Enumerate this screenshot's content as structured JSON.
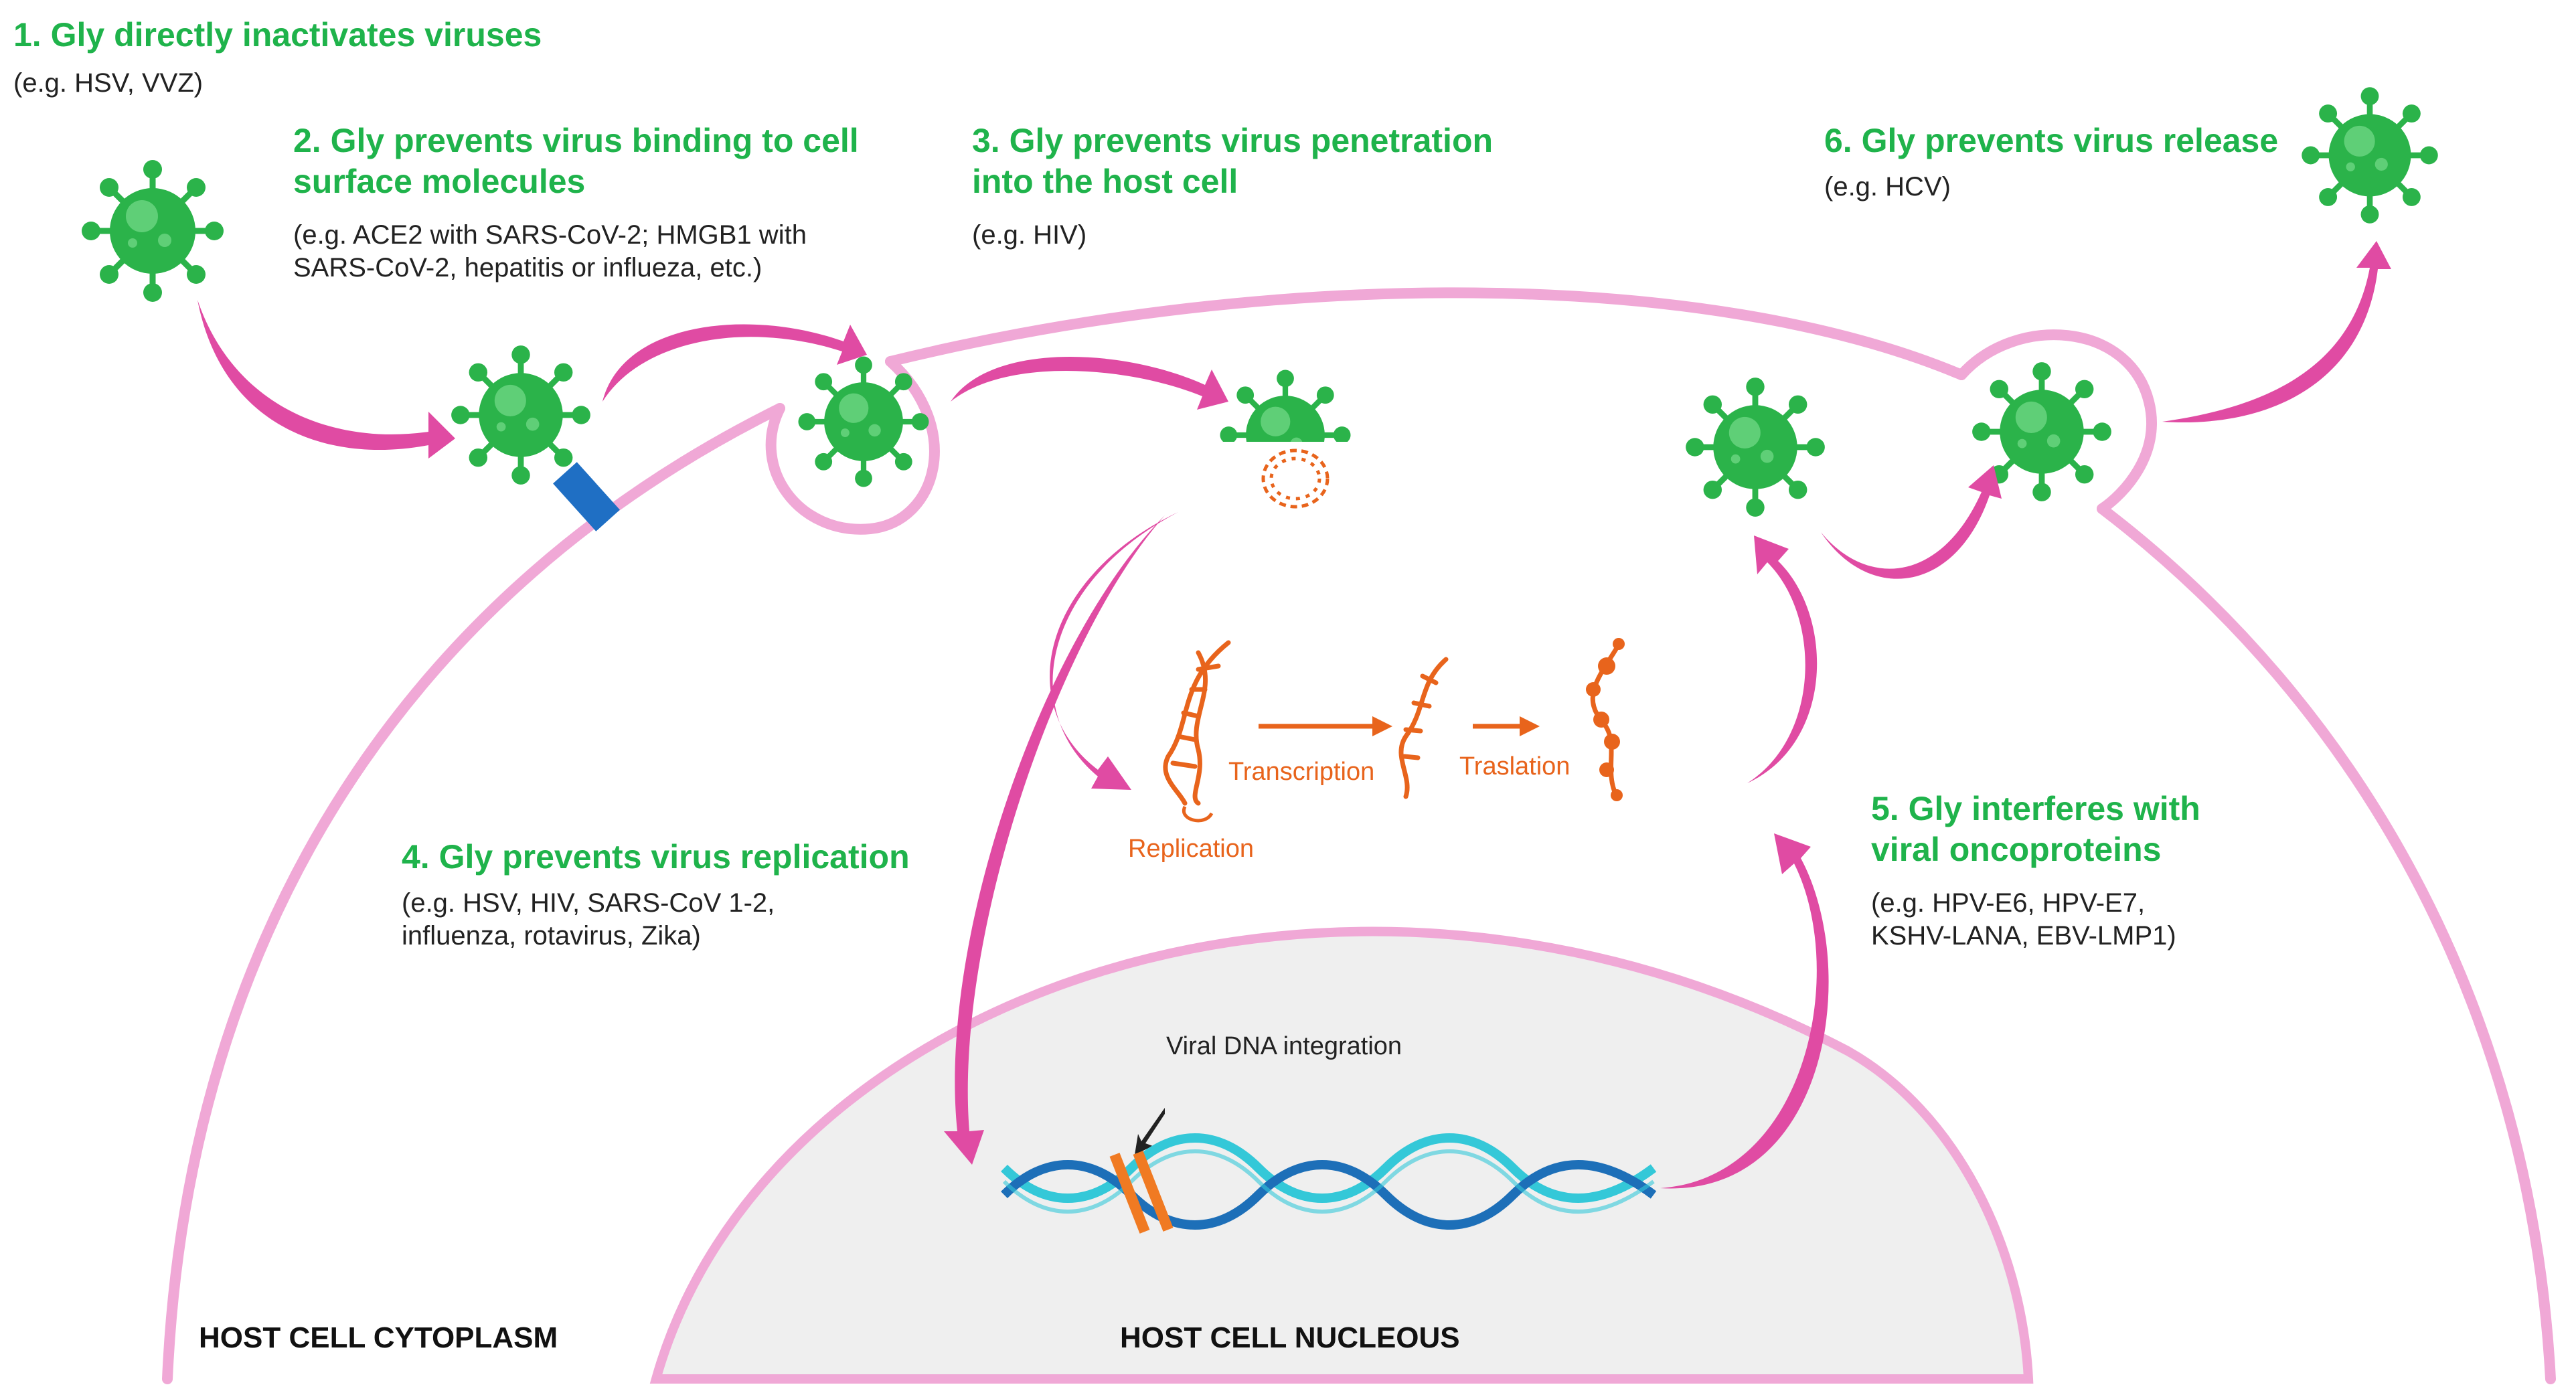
{
  "colors": {
    "membrane": "#f0a8d6",
    "arrow_fill": "#e04ba3",
    "virus": "#2bb34a",
    "title_green": "#1fb34b",
    "process_orange": "#e8641c",
    "receptor_blue": "#1f6fc4",
    "dna_light": "#34c8d8",
    "dna_dark": "#1d6fb8",
    "nucleus_fill": "#efefef"
  },
  "steps": [
    {
      "title_lines": [
        "1. Gly directly inactivates viruses"
      ],
      "example_lines": [
        "(e.g. HSV, VVZ)"
      ]
    },
    {
      "title_lines": [
        "2. Gly prevents virus binding to cell",
        "surface molecules"
      ],
      "example_lines": [
        "(e.g. ACE2 with SARS-CoV-2; HMGB1 with",
        "SARS-CoV-2, hepatitis or influeza, etc.)"
      ]
    },
    {
      "title_lines": [
        "3. Gly prevents virus penetration",
        "into the host cell"
      ],
      "example_lines": [
        "(e.g. HIV)"
      ]
    },
    {
      "title_lines": [
        "4. Gly prevents virus replication"
      ],
      "example_lines": [
        "(e.g. HSV, HIV, SARS-CoV 1-2,",
        "influenza, rotavirus, Zika)"
      ]
    },
    {
      "title_lines": [
        "5. Gly interferes with",
        "viral oncoproteins"
      ],
      "example_lines": [
        "(e.g. HPV-E6, HPV-E7,",
        "KSHV-LANA, EBV-LMP1)"
      ]
    },
    {
      "title_lines": [
        "6. Gly prevents virus release"
      ],
      "example_lines": [
        "(e.g. HCV)"
      ]
    }
  ],
  "processes": {
    "replication": "Replication",
    "transcription": "Transcription",
    "translation": "Traslation"
  },
  "annotation": "Viral DNA integration",
  "regions": {
    "cytoplasm": "HOST CELL CYTOPLASM",
    "nucleus": "HOST CELL NUCLEOUS"
  }
}
